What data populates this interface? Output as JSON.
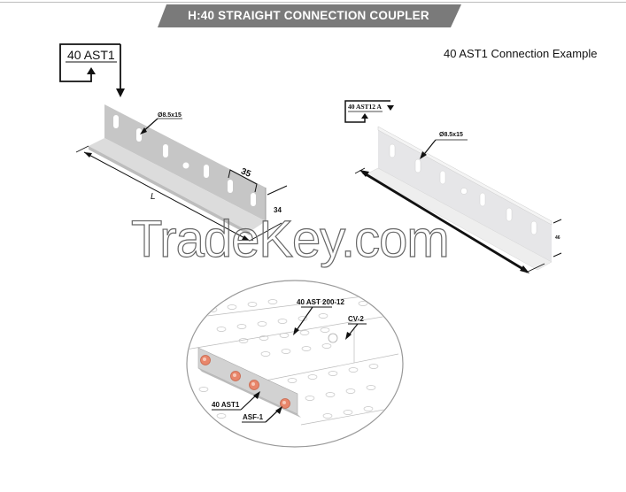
{
  "header": {
    "title": "H:40 STRAIGHT CONNECTION COUPLER",
    "banner_color": "#7a7a7a"
  },
  "example_label": "40 AST1 Connection Example",
  "left_part": {
    "code": "40 AST1",
    "hole_label": "Ø8.5x15",
    "pitch": "35",
    "height": "34",
    "length_label": "L"
  },
  "right_part": {
    "code": "40 AST12 A",
    "hole_label": "Ø8.5x15",
    "height": "46"
  },
  "detail_view": {
    "tray_label": "40 AST 200-12",
    "cover_label": "CV-2",
    "coupler_label": "40 AST1",
    "bolt_label": "ASF-1",
    "bolt_color": "#e8866b"
  },
  "watermark": "TradeKey.com"
}
